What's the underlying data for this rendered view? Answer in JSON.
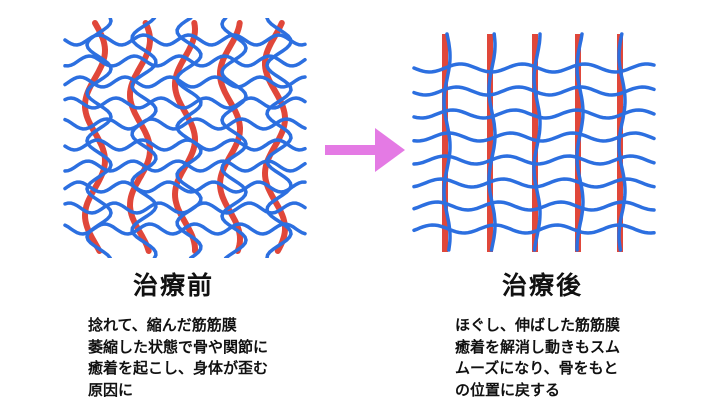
{
  "colors": {
    "fascia_fiber": "#2c6fe0",
    "bone_line": "#e0473a",
    "arrow": "#e47ae4",
    "text": "#111111",
    "background": "#ffffff"
  },
  "before": {
    "title": "治療前",
    "caption_lines": [
      "捻れて、縮んだ筋筋膜",
      "萎縮した状態で骨や関節に",
      "癒着を起こし、身体が歪む",
      "原因に"
    ]
  },
  "after": {
    "title": "治療後",
    "caption_lines": [
      "ほぐし、伸ばした筋筋膜",
      "癒着を解消し動きもスム",
      "ムーズになり、骨をもと",
      "の位置に戻する"
    ]
  },
  "arrow": {
    "icon": "right-arrow-icon"
  }
}
